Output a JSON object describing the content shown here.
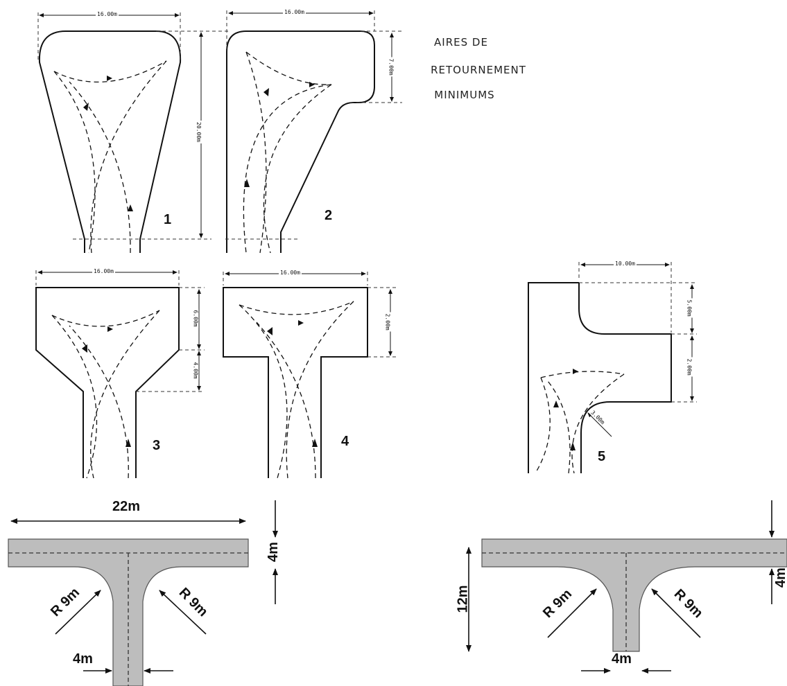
{
  "title": {
    "line1": "AIRES   DE",
    "line2": "RETOURNEMENT",
    "line3": "MINIMUMS"
  },
  "figures": {
    "fig1": {
      "number": "1",
      "width": "16.00m",
      "height": "20.00m"
    },
    "fig2": {
      "number": "2",
      "width": "16.00m",
      "depth": "7.00m"
    },
    "fig3": {
      "number": "3",
      "width": "16.00m",
      "upper": "6.00m",
      "lower": "4.00m"
    },
    "fig4": {
      "number": "4",
      "width": "16.00m",
      "depth": "2.00m"
    },
    "fig5": {
      "number": "5",
      "width": "10.00m",
      "upper": "5.00m",
      "lower": "2.00m",
      "radius": "3.00m"
    }
  },
  "junctions": {
    "t": {
      "width": "22m",
      "lane": "4m",
      "radius_left": "R 9m",
      "radius_right": "R 9m",
      "stem": "4m"
    },
    "side": {
      "depth": "12m",
      "lane": "4m",
      "radius_left": "R 9m",
      "radius_right": "R 9m",
      "stem": "4m"
    }
  }
}
